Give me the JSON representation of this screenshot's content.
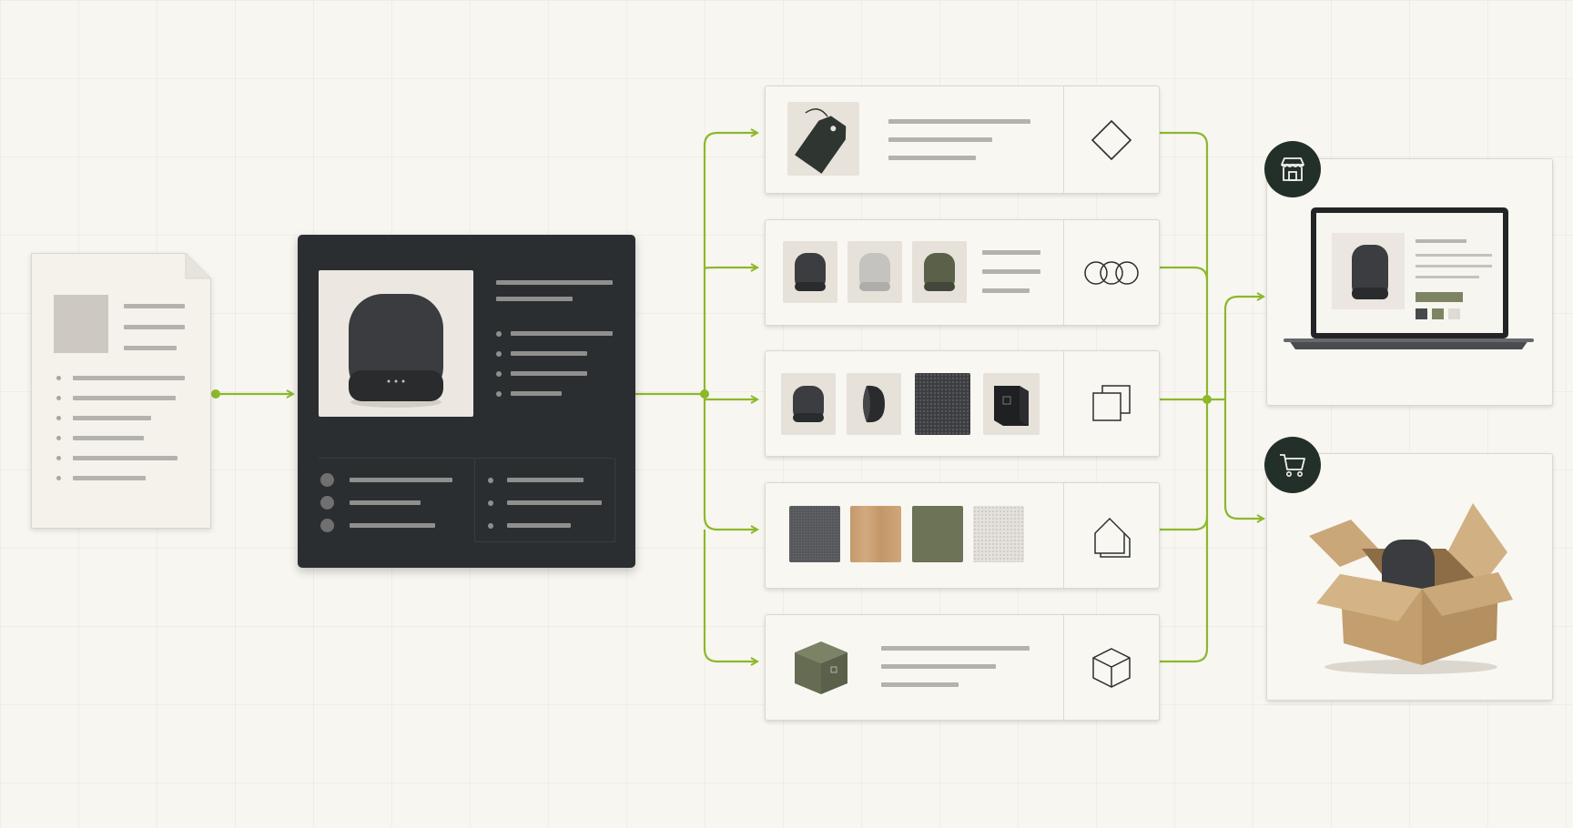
{
  "colors": {
    "background": "#f8f6f1",
    "connector": "#8cb82c",
    "dark_panel": "#2b2e31",
    "badge": "#23302a",
    "olive": "#6c7356",
    "speaker": "#3a3c3f",
    "cardboard": "#c9a779"
  },
  "stages": [
    {
      "id": "spec-document",
      "icon": "document-icon"
    },
    {
      "id": "product-record",
      "icon": "speaker-icon"
    },
    {
      "id": "derived-assets",
      "items": [
        {
          "id": "tag",
          "icon": "diamond-icon"
        },
        {
          "id": "color-variants",
          "icon": "three-circles-icon"
        },
        {
          "id": "product-views",
          "icon": "stacked-squares-icon"
        },
        {
          "id": "materials",
          "icon": "house-icon"
        },
        {
          "id": "packaging",
          "icon": "cube-icon"
        }
      ]
    },
    {
      "id": "channels",
      "items": [
        {
          "id": "storefront",
          "icon": "storefront-icon"
        },
        {
          "id": "shopping",
          "icon": "shopping-cart-icon"
        }
      ]
    }
  ]
}
